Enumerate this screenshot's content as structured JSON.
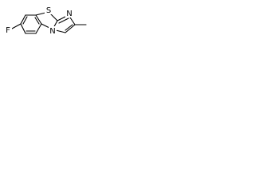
{
  "molecule": {
    "atoms": {
      "fluorine": "F",
      "sulfur": "S",
      "nitrogen_imine": "N",
      "nitrogen_bridgehead": "N"
    }
  },
  "colors": {
    "ink": "#000000",
    "background": "#ffffff"
  }
}
